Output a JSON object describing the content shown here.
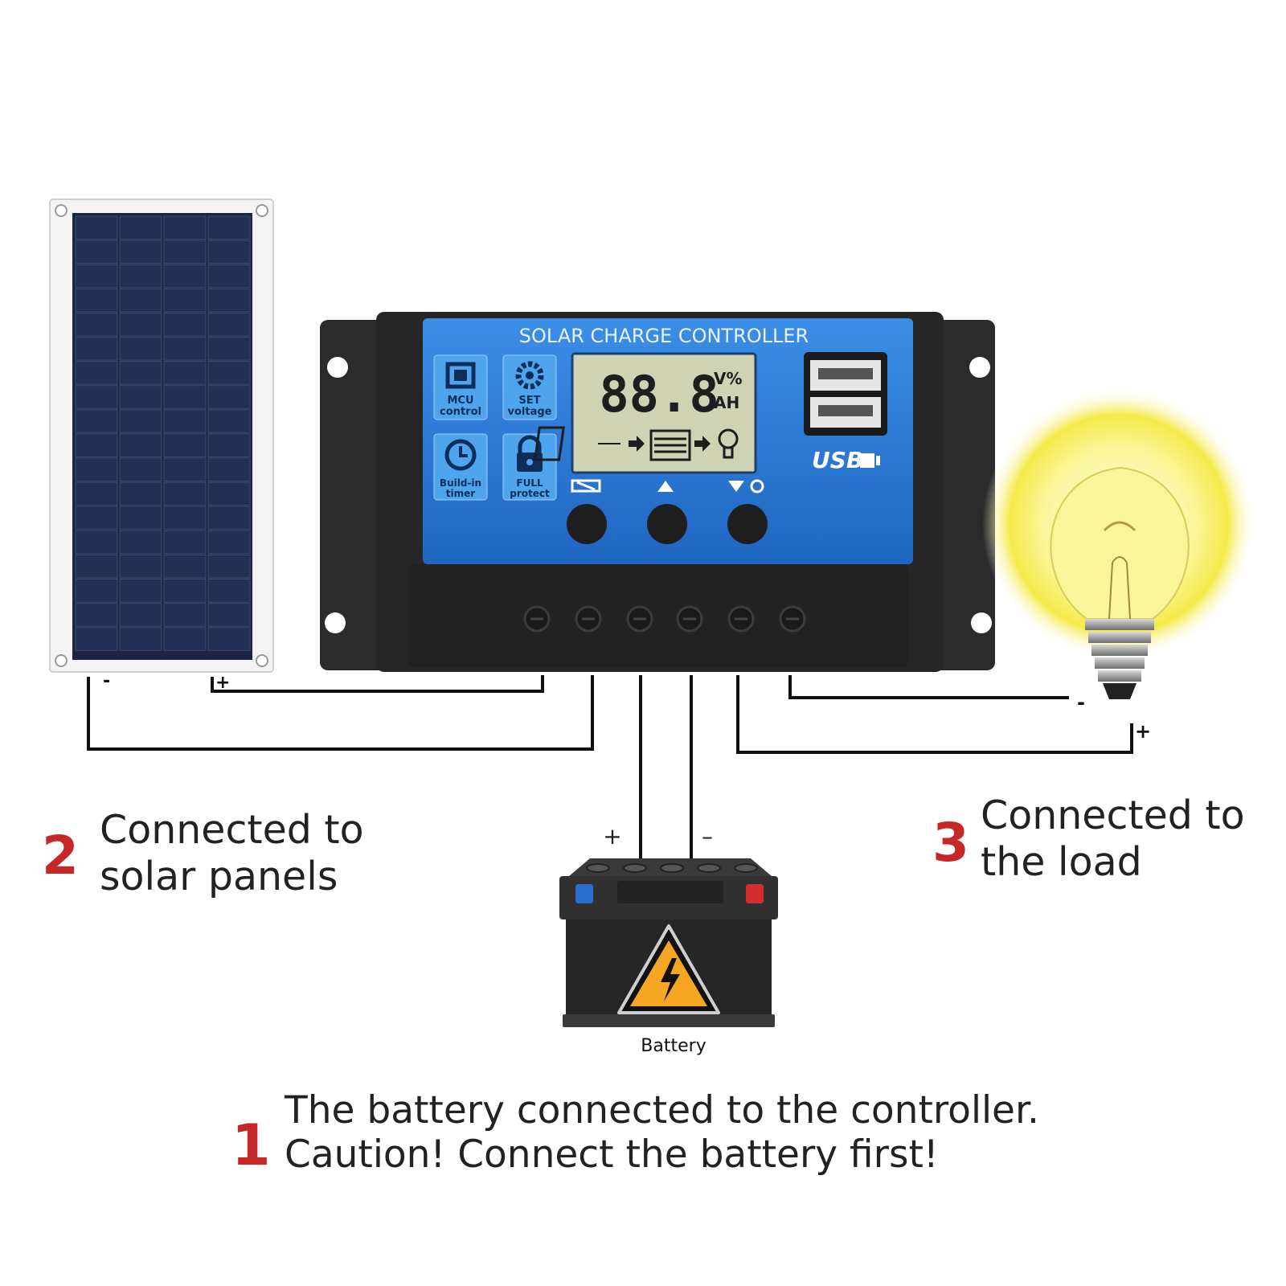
{
  "controller": {
    "title": "SOLAR CHARGE CONTROLLER",
    "lcd_digits": "88.8",
    "lcd_unit_top": "V%",
    "lcd_unit_bottom": "AH",
    "usb_label": "USB",
    "features": [
      {
        "line1": "MCU",
        "line2": "control",
        "icon": "chip-icon"
      },
      {
        "line1": "SET",
        "line2": "voltage",
        "icon": "gear-icon"
      },
      {
        "line1": "Build-in",
        "line2": "timer",
        "icon": "clock-icon"
      },
      {
        "line1": "FULL",
        "line2": "protect",
        "icon": "lock-icon"
      }
    ]
  },
  "battery": {
    "label": "Battery",
    "plus": "+",
    "minus": "–"
  },
  "load": {
    "plus": "+",
    "minus": "-"
  },
  "panel": {
    "minus": "-",
    "plus": "+"
  },
  "steps": [
    {
      "number": "2",
      "lines": [
        "Connected to",
        "solar panels"
      ]
    },
    {
      "number": "3",
      "lines": [
        "Connected to",
        "the load"
      ]
    },
    {
      "number": "1",
      "lines": [
        "The battery connected to the controller.",
        "Caution! Connect the battery first!"
      ]
    }
  ],
  "colors": {
    "controller_blue": "#2f7fd6",
    "controller_body": "#2a2a2a",
    "lcd": "#cfd3b4",
    "panel_cell": "#1f2a44",
    "bulb_glow": "#f7ef5a",
    "step_number": "#c62828",
    "hazard": "#f5a623"
  }
}
